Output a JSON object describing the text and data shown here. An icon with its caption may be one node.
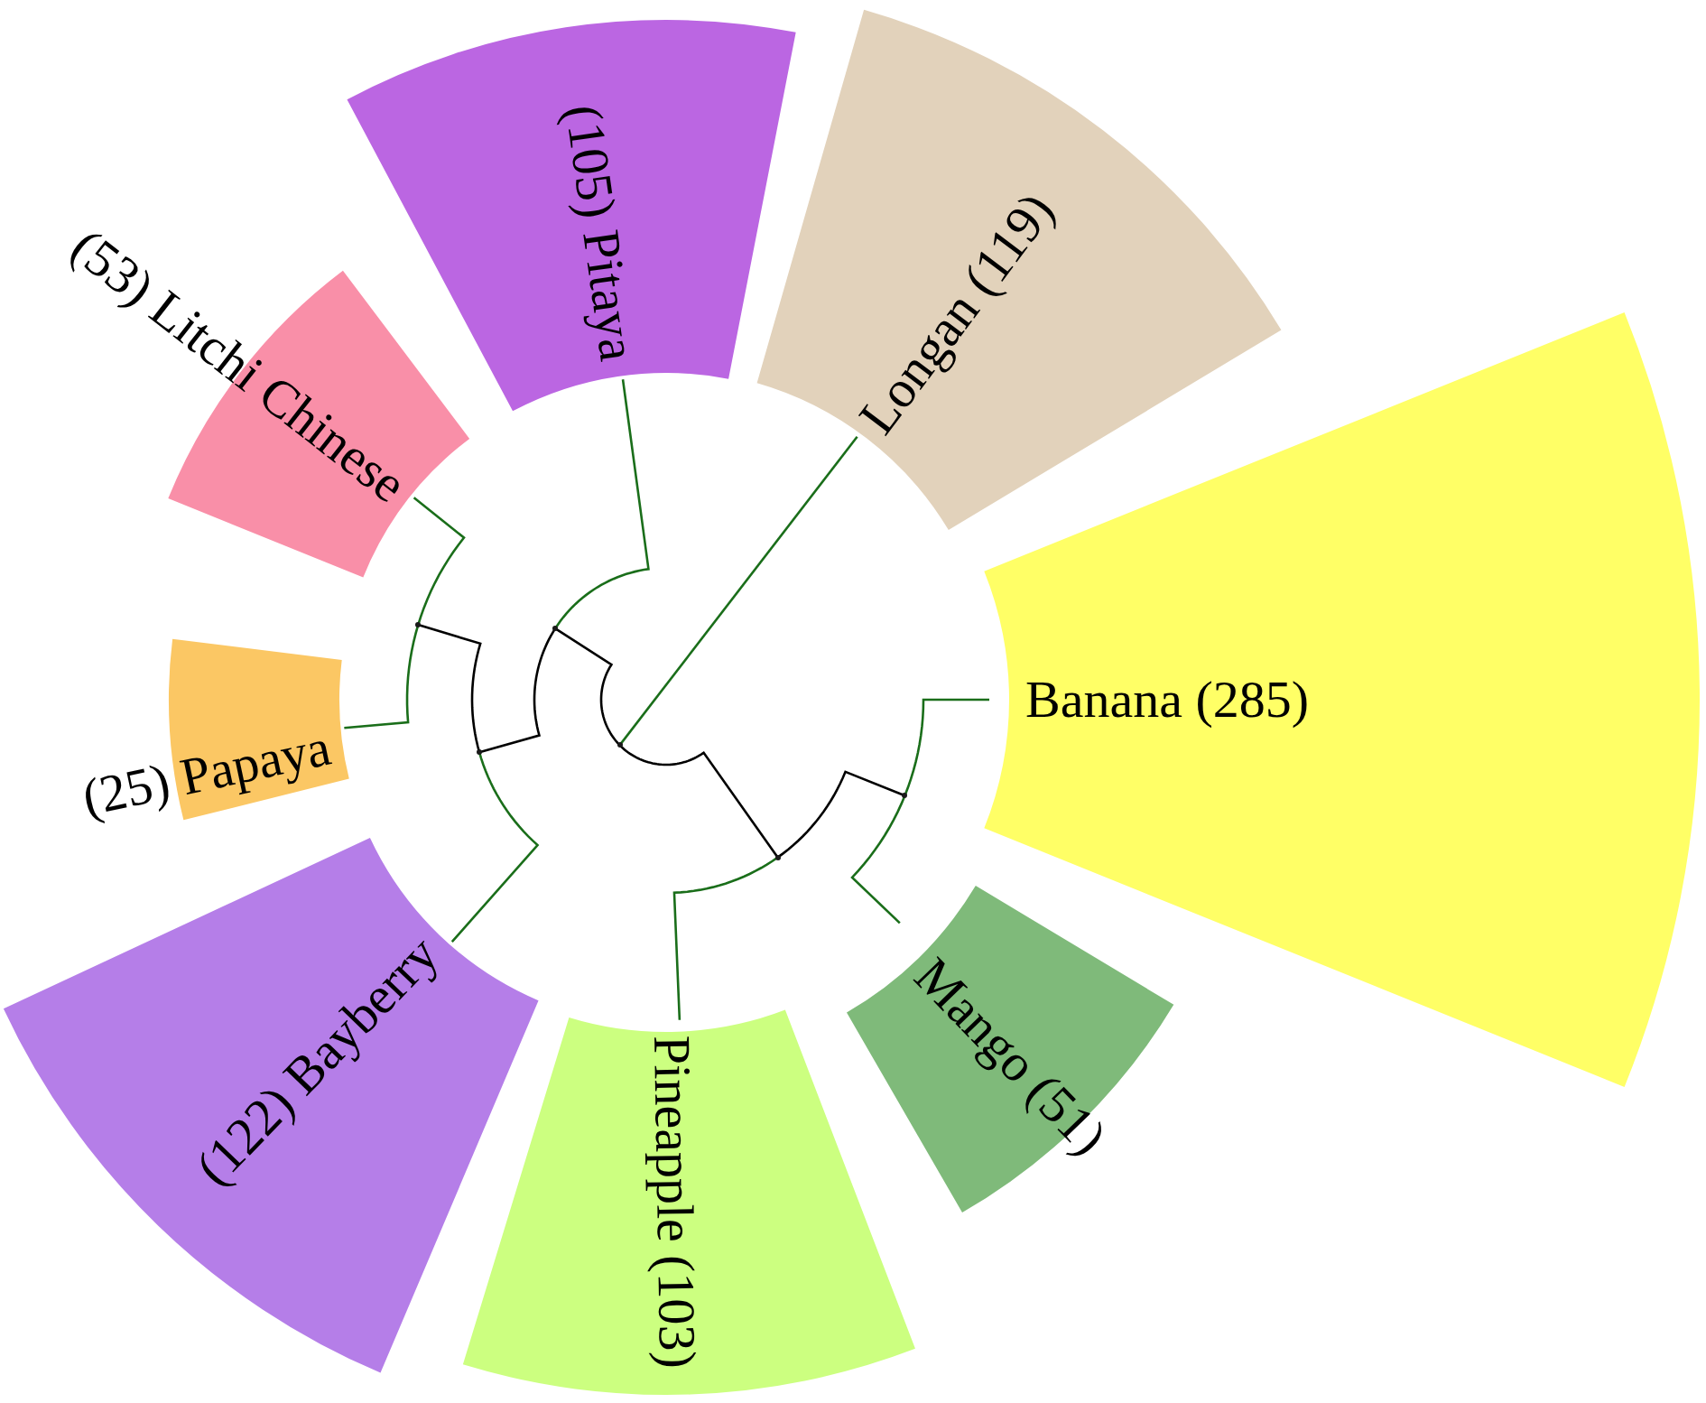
{
  "diagram": {
    "nodes": [
      {
        "text": [
          "Banana (285)"
        ]
      },
      {
        "text": [
          "Mango (51)"
        ]
      },
      {
        "text": [
          "Pineapple (103)"
        ]
      },
      {
        "text": [
          "(122) Bayberry"
        ]
      },
      {
        "text": [
          "(25) Papaya"
        ]
      },
      {
        "text": [
          "(53) Litchi Chinese"
        ]
      },
      {
        "text": [
          "(105) Pitaya"
        ]
      },
      {
        "text": [
          "Longan (119)"
        ]
      },
      {
        "text": [],
        "shape": "dot"
      },
      {
        "text": [],
        "shape": "dot"
      },
      {
        "text": [],
        "shape": "dot"
      },
      {
        "text": [],
        "shape": "dot"
      },
      {
        "text": [],
        "shape": "dot"
      },
      {
        "text": [],
        "shape": "dot"
      }
    ],
    "edges": [
      {
        "from": 11,
        "to": 10,
        "arrow": "none",
        "color": "#000000"
      },
      {
        "from": 11,
        "to": 7,
        "arrow": "none"
      },
      {
        "from": 11,
        "to": 12,
        "arrow": "none",
        "color": "#000000"
      },
      {
        "from": 10,
        "to": 6,
        "arrow": "none"
      },
      {
        "from": 10,
        "to": 9,
        "arrow": "none",
        "color": "#000000"
      },
      {
        "from": 9,
        "to": 3,
        "arrow": "none"
      },
      {
        "from": 9,
        "to": 8,
        "arrow": "none",
        "color": "#000000"
      },
      {
        "from": 8,
        "to": 4,
        "arrow": "none"
      },
      {
        "from": 8,
        "to": 5,
        "arrow": "none"
      },
      {
        "from": 12,
        "to": 2,
        "arrow": "none"
      },
      {
        "from": 12,
        "to": 13,
        "arrow": "none",
        "color": "#000000"
      },
      {
        "from": 13,
        "to": 0,
        "arrow": "none"
      },
      {
        "from": 13,
        "to": 1,
        "arrow": "none"
      }
    ]
  }
}
